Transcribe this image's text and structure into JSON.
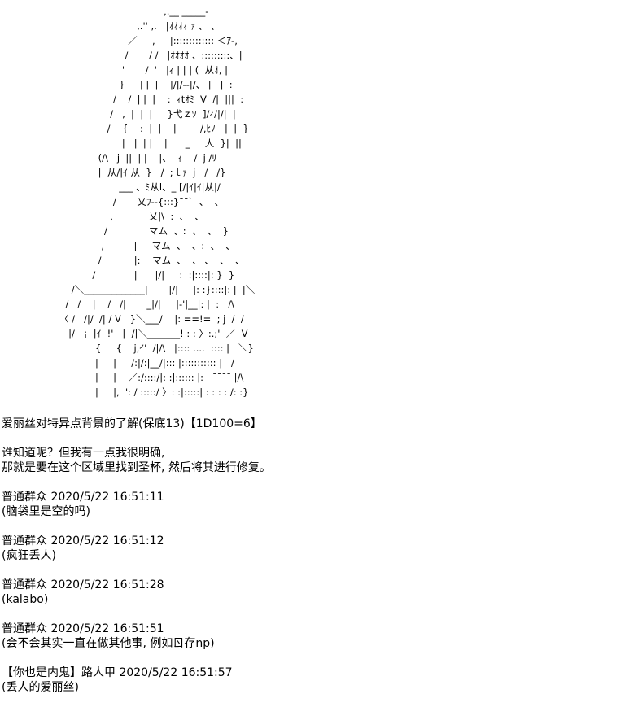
{
  "ascii_art": [
    "                                                       ,.__ _____-",
    "                                              ,.'' ,.   |ｵｵｵｵ ｧ 、 、",
    "                                           ／     ,     |::::::::::::: ＜ｱ-,",
    "                                          /       / /   |ｵｵｵｵ 、:::::::::、|",
    "                                         '       /  '   |ｨ | | | (  从ｵ, |",
    "                                        }     | |  |    |/|/--|/、 |   |  :",
    "                                      /    /  | |  |    :  ｨtｵﾐ  V  /|  |||  :",
    "                                     /   ,  |  |  |     }弋ｚﾂ  ]/ｨ/|/|  |",
    "                                    /    {    :  |  |    |        /,ﾋﾉ   |  |  }",
    "                                         |   |  | |    |      _     人  }|  ||",
    "                                 (/\\   j  ||  | |    |、  ｨ    /  j /ﾘ",
    "                                 |  从/|ｲ 从  }   /  ;ｌｧ  j   /   /}",
    "                                        ___ 、ﾐ从l、_ [/|ｲ|ｲ|从|/",
    "                                      /       乂ﾌ--{:::}¯¯`  、  、",
    "                                     ,            乂|\\  :  、  、",
    "                                   /              マム  、:  、  、  }",
    "                                  ,          |     マム  、  、:  、  、",
    "                                 /           |:    マム  、  、 、  、  、",
    "                               /             |      |/|     :  :|::::|: }  }",
    "                        /＼_____________|       |/|     |: :}::::|: |  |＼",
    "                      /   /    |    /   /|       _|/|     |-'|__|: |  :   /\\",
    "                    〈 /   /|/  /| / V   }＼___/    |: ==!=  ; j  /  /",
    "                       |/   ¡  |ｲ  !'   |  /|＼_______! : : 〉:.;'  ／  V",
    "                                {     {    j,ｲ'  /|/\\   |:::: ....  :::: |   ＼}",
    "                                |     |     /:|/:|__/|::: |::::::::::: |   /",
    "                                |     |    ／:/::::/|: :|:::::: |:   ¯¯¯¯ |/\\",
    "                                |     |,  ': / :::::/ 〉: :|:::::| : : : : /: :}"
  ],
  "title_line": "爱丽丝对特异点背景的了解(保底13)【1D100=6】",
  "intro_lines": [
    "谁知道呢？但我有一点我很明确,",
    "那就是要在这个区域里找到圣杯, 然后将其进行修复。"
  ],
  "posts": [
    {
      "name": "普通群众",
      "timestamp": "2020/5/22 16:51:11",
      "content": "(脑袋里是空的吗)"
    },
    {
      "name": "普通群众",
      "timestamp": "2020/5/22 16:51:12",
      "content": "(疯狂丢人)"
    },
    {
      "name": "普通群众",
      "timestamp": "2020/5/22 16:51:28",
      "content": "(kalabo)"
    },
    {
      "name": "普通群众",
      "timestamp": "2020/5/22 16:51:51",
      "content": "(会不会其实一直在做其他事, 例如ㄖ存np)"
    },
    {
      "name": "【你也是内鬼】路人甲",
      "timestamp": "2020/5/22 16:51:57",
      "content": "(丢人的爱丽丝)"
    }
  ]
}
